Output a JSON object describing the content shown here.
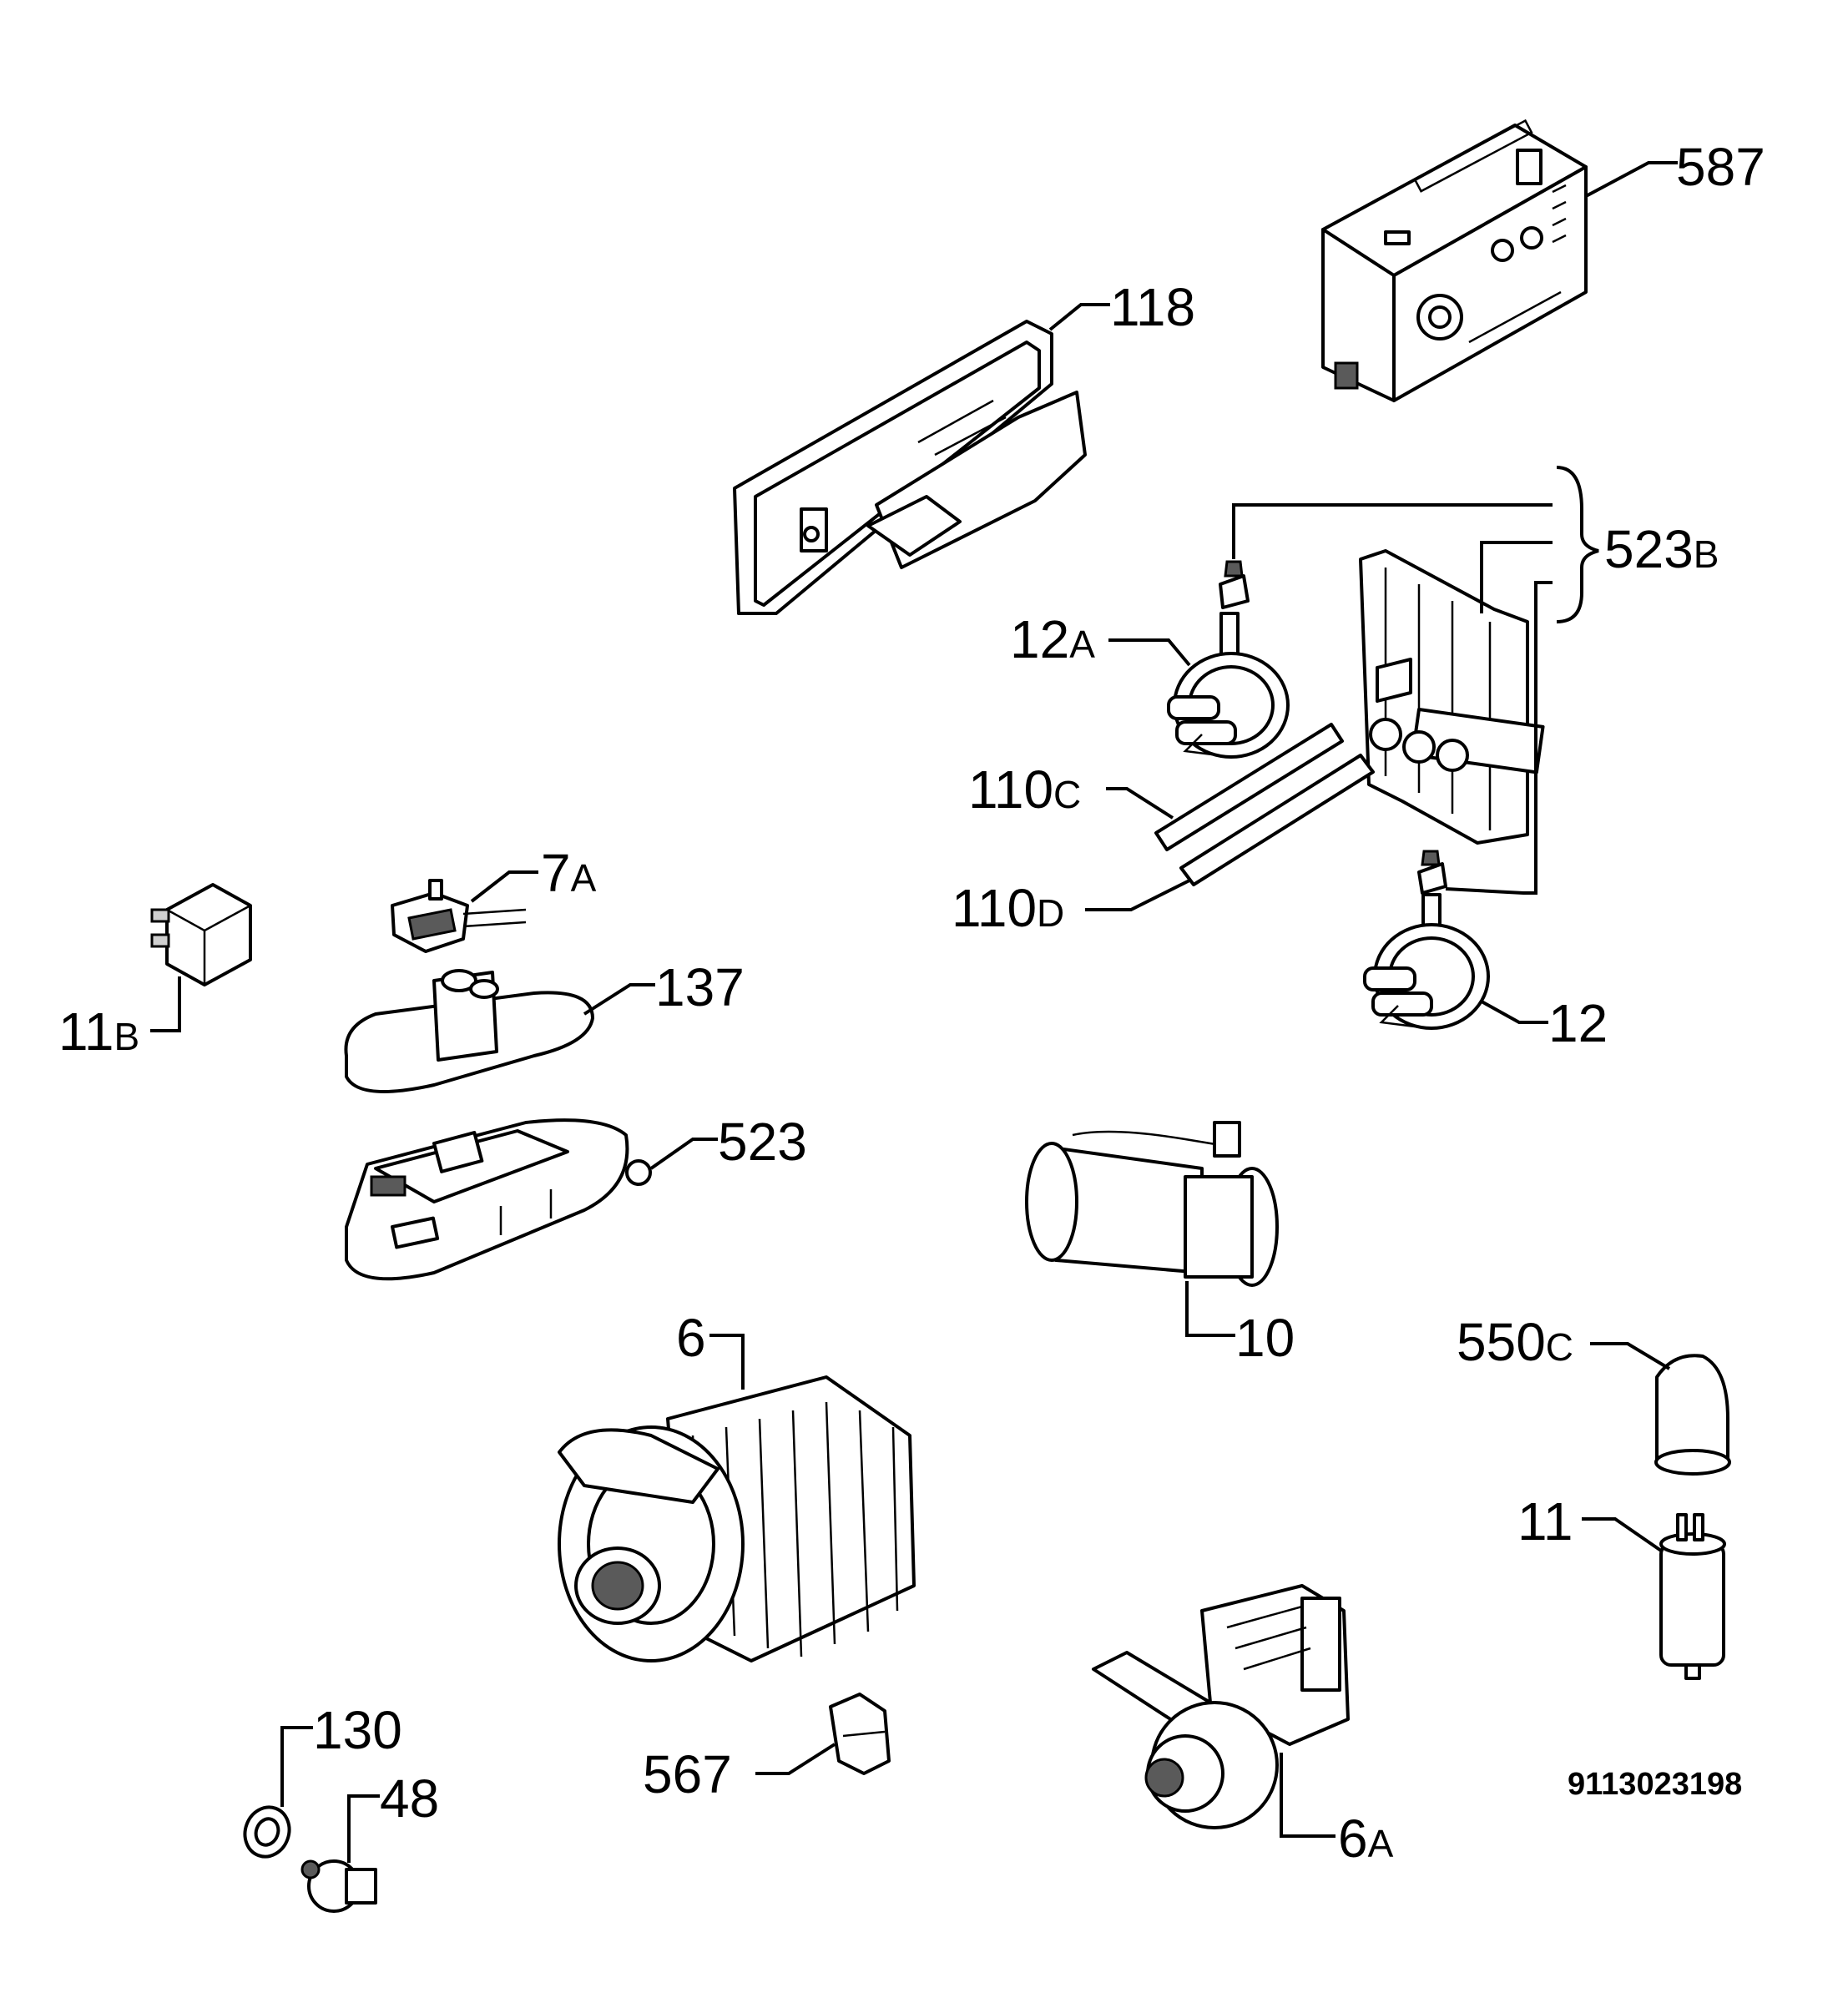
{
  "diagram": {
    "drawing_number": "9113023198",
    "parts": [
      {
        "id": "587",
        "num": "587",
        "suffix": ""
      },
      {
        "id": "118",
        "num": "118",
        "suffix": ""
      },
      {
        "id": "523B",
        "num": "523",
        "suffix": "B"
      },
      {
        "id": "12A",
        "num": "12",
        "suffix": "A"
      },
      {
        "id": "110C",
        "num": "110",
        "suffix": "C"
      },
      {
        "id": "110D",
        "num": "110",
        "suffix": "D"
      },
      {
        "id": "12",
        "num": "12",
        "suffix": ""
      },
      {
        "id": "7A",
        "num": "7",
        "suffix": "A"
      },
      {
        "id": "11B",
        "num": "11",
        "suffix": "B"
      },
      {
        "id": "137",
        "num": "137",
        "suffix": ""
      },
      {
        "id": "523",
        "num": "523",
        "suffix": ""
      },
      {
        "id": "10",
        "num": "10",
        "suffix": ""
      },
      {
        "id": "6",
        "num": "6",
        "suffix": ""
      },
      {
        "id": "550C",
        "num": "550",
        "suffix": "C"
      },
      {
        "id": "11",
        "num": "11",
        "suffix": ""
      },
      {
        "id": "130",
        "num": "130",
        "suffix": ""
      },
      {
        "id": "48",
        "num": "48",
        "suffix": ""
      },
      {
        "id": "567",
        "num": "567",
        "suffix": ""
      },
      {
        "id": "6A",
        "num": "6",
        "suffix": "A"
      }
    ]
  }
}
